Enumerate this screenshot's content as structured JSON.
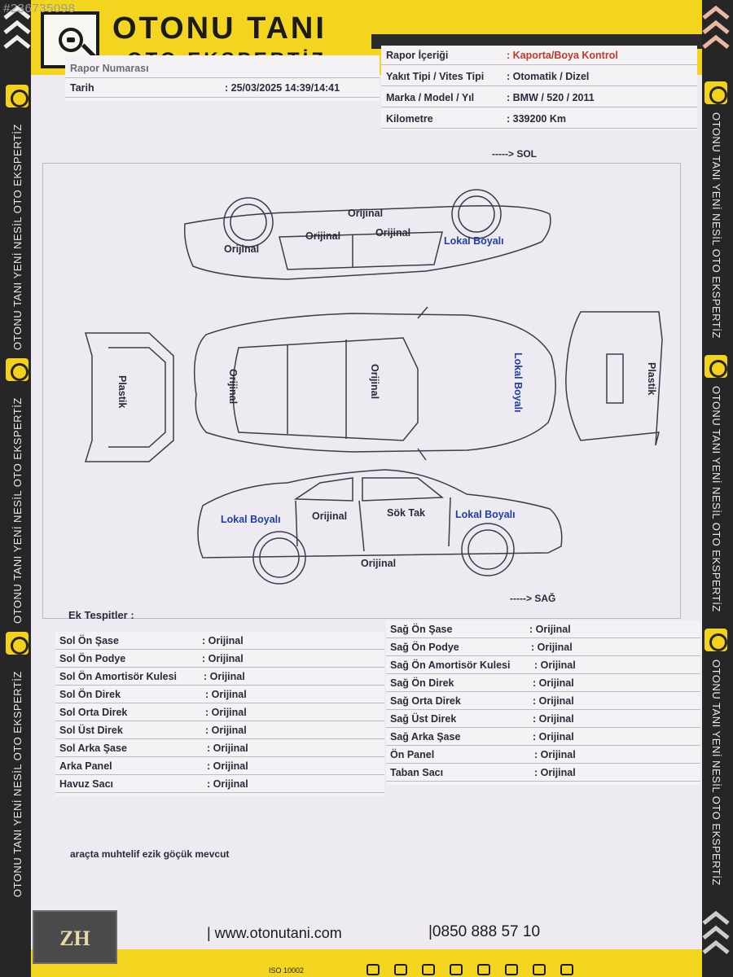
{
  "watermark_id": "#236735098",
  "brand": {
    "line1": "OTONU TANI",
    "line2": "OTO EKSPERTİZ"
  },
  "side_text": "OTONU TANI YENİ NESİL OTO EKSPERTİZ",
  "report": {
    "left_rows": [
      {
        "label": "Rapor Numarası",
        "value": ""
      },
      {
        "label": "Tarih",
        "value": ": 25/03/2025  14:39/14:41"
      }
    ],
    "right_rows": [
      {
        "label": "Rapor İçeriği",
        "value": ": Kaporta/Boya Kontrol"
      },
      {
        "label": "Yakıt Tipi / Vites Tipi",
        "value": ": Otomatik  / Dizel"
      },
      {
        "label": "Marka / Model / Yıl",
        "value": ": BMW / 520 / 2011"
      },
      {
        "label": "Kilometre",
        "value": ": 339200 Km"
      }
    ]
  },
  "diagram": {
    "sol_label": "-----> SOL",
    "sag_label": "-----> SAĞ",
    "labels": {
      "top_roof": "Orijinal",
      "top_door1": "Orijinal",
      "top_door2": "Orijinal",
      "top_rear": "Orijinal",
      "top_front": "Lokal Boyalı",
      "hood_left": "Orijinal",
      "roof_mid": "Orijinal",
      "front_right": "Lokal Boyalı",
      "rear_bumper": "Plastik",
      "front_bumper": "Plastik",
      "side_rear": "Lokal Boyalı",
      "side_door1": "Orijinal",
      "side_door2": "Sök Tak",
      "side_front": "Lokal Boyalı",
      "side_sill": "Orijinal"
    }
  },
  "ek_tespitler_label": "Ek Tespitler :",
  "left_table": [
    {
      "k": "Sol Ön Şase",
      "v": ": Orijinal"
    },
    {
      "k": "Sol Ön Podye",
      "v": ": Orijinal"
    },
    {
      "k": "Sol Ön Amortisör Kulesi",
      "v": ": Orijinal"
    },
    {
      "k": "Sol Ön Direk",
      "v": ": Orijinal"
    },
    {
      "k": "Sol Orta Direk",
      "v": ": Orijinal"
    },
    {
      "k": "Sol Üst Direk",
      "v": ": Orijinal"
    },
    {
      "k": "Sol Arka Şase",
      "v": ": Orijinal"
    },
    {
      "k": "Arka Panel",
      "v": ": Orijinal"
    },
    {
      "k": "Havuz Sacı",
      "v": ": Orijinal"
    }
  ],
  "right_table": [
    {
      "k": "Sağ Ön Şase",
      "v": ": Orijinal"
    },
    {
      "k": "Sağ Ön Podye",
      "v": ": Orijinal"
    },
    {
      "k": "Sağ Ön Amortisör Kulesi",
      "v": ": Orijinal"
    },
    {
      "k": "Sağ Ön Direk",
      "v": ": Orijinal"
    },
    {
      "k": "Sağ Orta Direk",
      "v": ": Orijinal"
    },
    {
      "k": "Sağ Üst Direk",
      "v": ": Orijinal"
    },
    {
      "k": "Sağ Arka Şase",
      "v": ": Orijinal"
    },
    {
      "k": "Ön Panel",
      "v": ": Orijinal"
    },
    {
      "k": "Taban Sacı",
      "v": ": Orijinal"
    }
  ],
  "note": "araçta muhtelif  ezik göçük mevcut",
  "footer": {
    "website": "| www.otonutani.com",
    "phone": "|0850 888 57 10",
    "iso": "ISO 10002",
    "corner_logo": "ZH"
  },
  "colors": {
    "brand_yellow": "#f3d520",
    "dark": "#262626",
    "blue_text": "#1f3fa8",
    "red_text": "#c0392b"
  }
}
